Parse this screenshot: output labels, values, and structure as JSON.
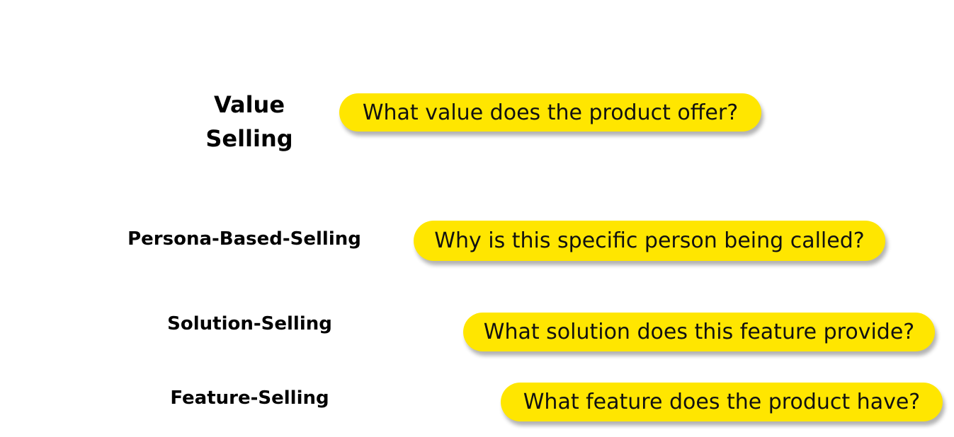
{
  "rows": [
    {
      "label_line1": "Value",
      "label_line2": "Selling",
      "question": "What value does the product offer?"
    },
    {
      "label": "Persona-Based-Selling",
      "question": "Why is this specific person being called?"
    },
    {
      "label": "Solution-Selling",
      "question": "What solution does this feature provide?"
    },
    {
      "label": "Feature-Selling",
      "question": "What feature does the product have?"
    }
  ],
  "colors": {
    "pill_background": "#ffe600",
    "label_text": "#000000",
    "page_background": "#ffffff"
  }
}
